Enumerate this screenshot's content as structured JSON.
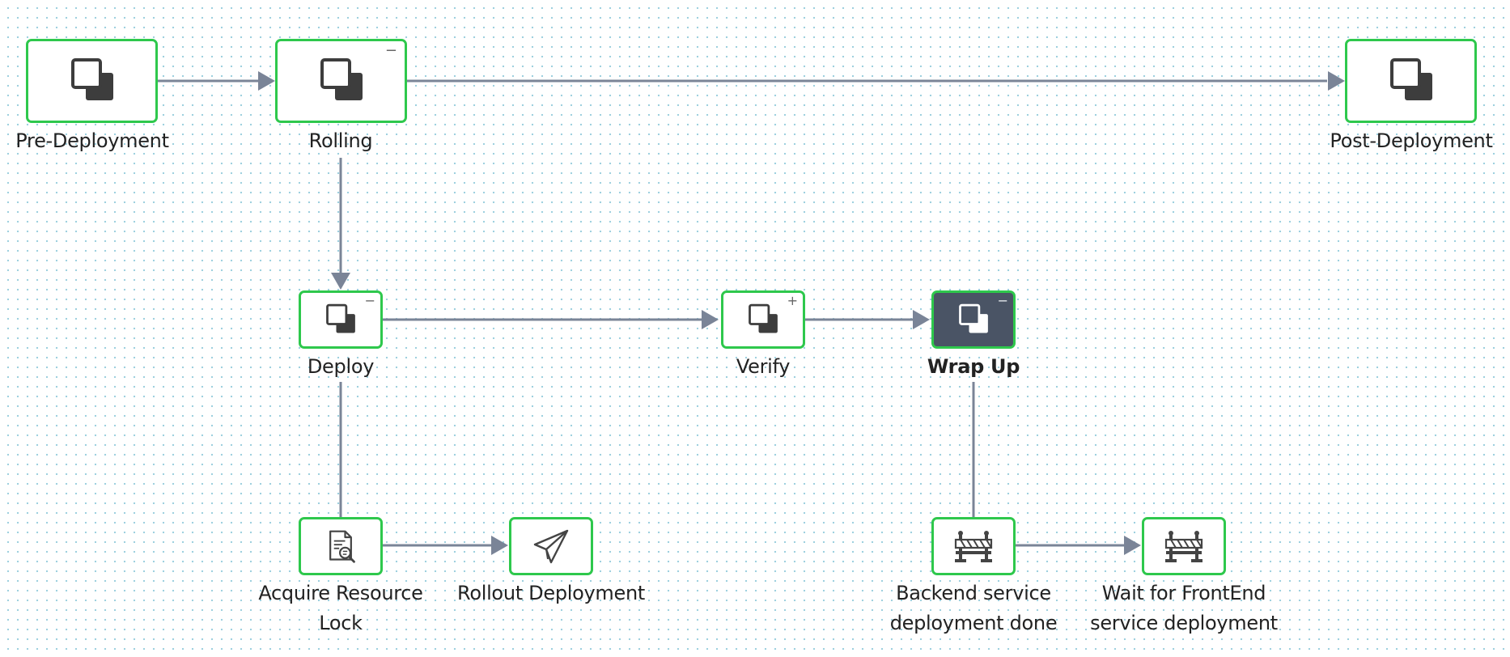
{
  "colors": {
    "node_border": "#2ec84c",
    "node_fill": "#ffffff",
    "selected_fill": "#4a5465",
    "edge": "#7a8497",
    "grid_dot": "#9ed0df"
  },
  "nodes": {
    "pre_deployment": {
      "label": "Pre-Deployment",
      "icon": "stage-icon"
    },
    "rolling": {
      "label": "Rolling",
      "icon": "stage-icon",
      "toggle": "−"
    },
    "post_deployment": {
      "label": "Post-Deployment",
      "icon": "stage-icon"
    },
    "deploy": {
      "label": "Deploy",
      "icon": "step-group-icon",
      "toggle": "−"
    },
    "verify": {
      "label": "Verify",
      "icon": "step-group-icon",
      "toggle": "+"
    },
    "wrap_up": {
      "label": "Wrap Up",
      "icon": "step-group-icon",
      "toggle": "−",
      "selected": true
    },
    "acquire_lock": {
      "line1": "Acquire Resource",
      "line2": "Lock",
      "icon": "document-search-icon"
    },
    "rollout": {
      "label": "Rollout Deployment",
      "icon": "paper-plane-icon"
    },
    "backend_done": {
      "line1": "Backend service",
      "line2": "deployment done",
      "icon": "barrier-icon"
    },
    "wait_frontend": {
      "line1": "Wait for FrontEnd",
      "line2": "service deployment",
      "icon": "barrier-icon"
    }
  }
}
